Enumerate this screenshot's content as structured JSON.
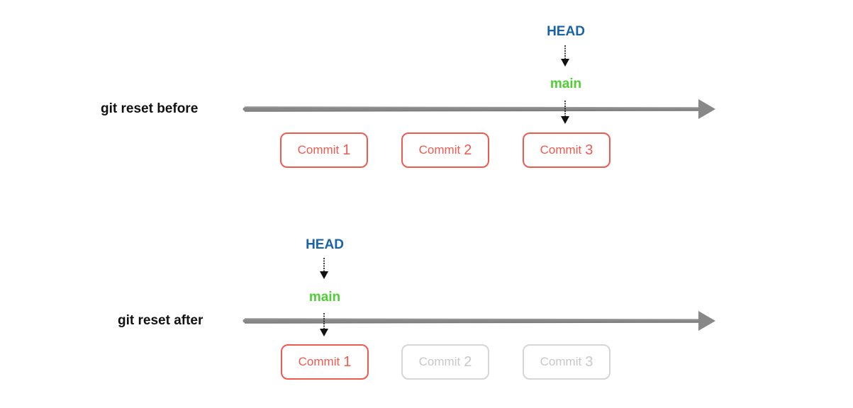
{
  "colors": {
    "head": "#1a63a8",
    "branch": "#4fcf35",
    "commit_active": "#ef5a4f",
    "commit_faded": "#c8c8c8",
    "timeline": "#888888",
    "pointer_arrow": "#111111"
  },
  "before": {
    "label": "git reset before",
    "head_label": "HEAD",
    "branch_label": "main",
    "head_points_to_commit": 3,
    "commits": [
      {
        "label": "Commit",
        "number": "1",
        "state": "active"
      },
      {
        "label": "Commit",
        "number": "2",
        "state": "active"
      },
      {
        "label": "Commit",
        "number": "3",
        "state": "active"
      }
    ]
  },
  "after": {
    "label": "git reset after",
    "head_label": "HEAD",
    "branch_label": "main",
    "head_points_to_commit": 1,
    "commits": [
      {
        "label": "Commit",
        "number": "1",
        "state": "active"
      },
      {
        "label": "Commit",
        "number": "2",
        "state": "faded"
      },
      {
        "label": "Commit",
        "number": "3",
        "state": "faded"
      }
    ]
  }
}
